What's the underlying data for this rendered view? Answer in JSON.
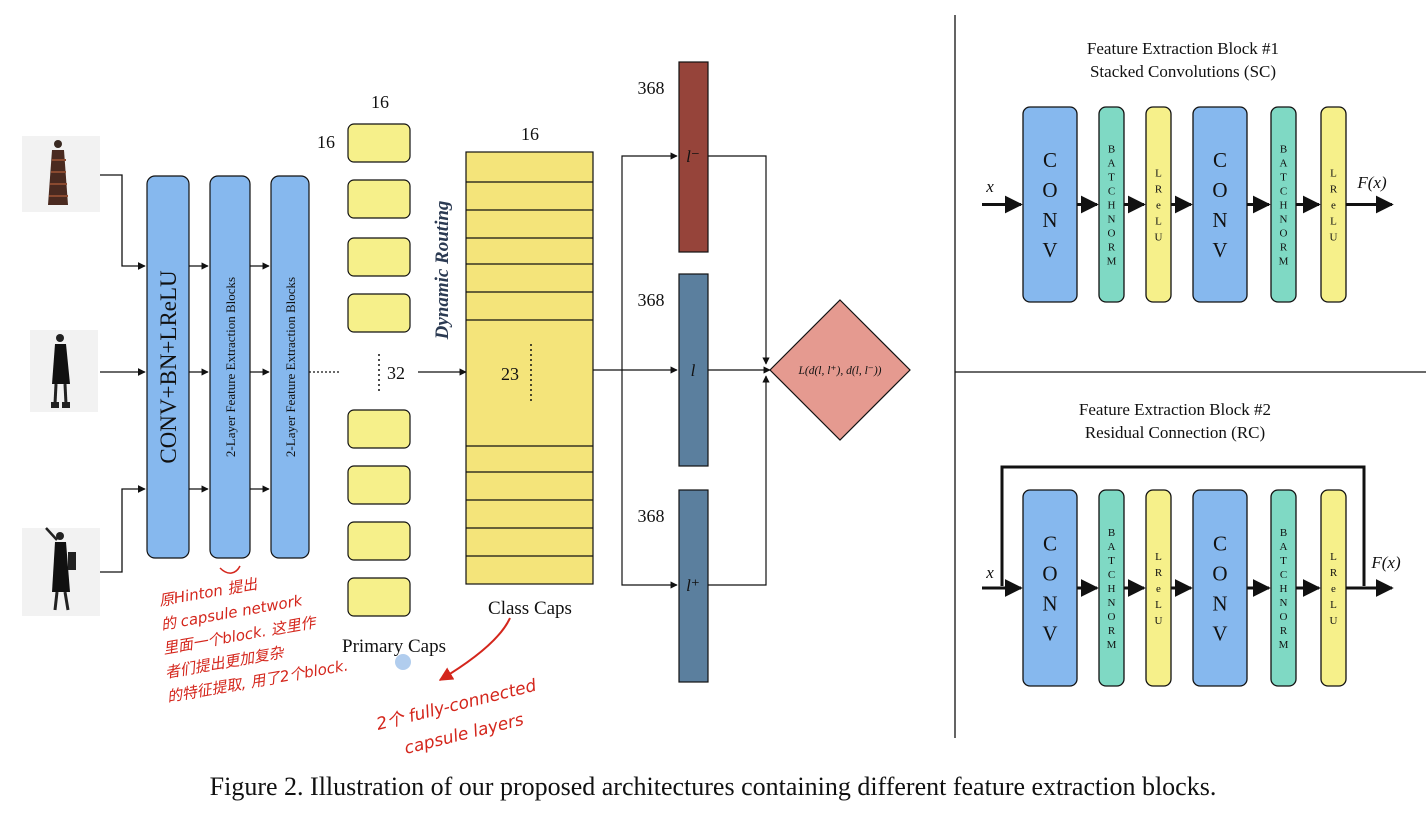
{
  "caption": "Figure 2. Illustration of our proposed architectures containing different feature extraction blocks.",
  "left": {
    "conv_block": "CONV+BN+LReLU",
    "fe_block": "2-Layer Feature Extraction Blocks",
    "primary": {
      "top_dim": "16",
      "side_dim": "16",
      "count": "32",
      "label": "Primary Caps"
    },
    "routing": "Dynamic Routing",
    "class": {
      "top_dim": "16",
      "count": "23",
      "label": "Class Caps"
    },
    "vectors": [
      {
        "dim": "368",
        "label": "l⁻",
        "color": "#96443a"
      },
      {
        "dim": "368",
        "label": "l",
        "color": "#5b7f9e"
      },
      {
        "dim": "368",
        "label": "l⁺",
        "color": "#5b7f9e"
      }
    ],
    "loss": "L(d(l, l⁺), d(l, l⁻))"
  },
  "sc_block": {
    "title_line1": "Feature Extraction Block #1",
    "title_line2": "Stacked Convolutions (SC)",
    "input": "x",
    "output": "F(x)"
  },
  "rc_block": {
    "title_line1": "Feature Extraction Block #2",
    "title_line2": "Residual Connection (RC)",
    "input": "x",
    "output": "F(x)"
  },
  "block_labels": {
    "conv": "CONV",
    "bn": "BATCHNORM",
    "lrelu": "LReLU"
  },
  "annotations": {
    "note1": [
      "原Hinton 提出",
      "的 capsule network",
      "里面一个block. 这里作",
      "者们提出更加复杂",
      "的特征提取, 用了2个block."
    ],
    "note2": [
      "2个 fully-connected",
      "capsule layers"
    ]
  },
  "colors": {
    "blue": "#86b8ee",
    "teal": "#7fd9c4",
    "yellow": "#f6f08a",
    "caps_yellow": "#f4e47a",
    "loss_fill": "#e59a90",
    "annotation": "#d4261c"
  }
}
